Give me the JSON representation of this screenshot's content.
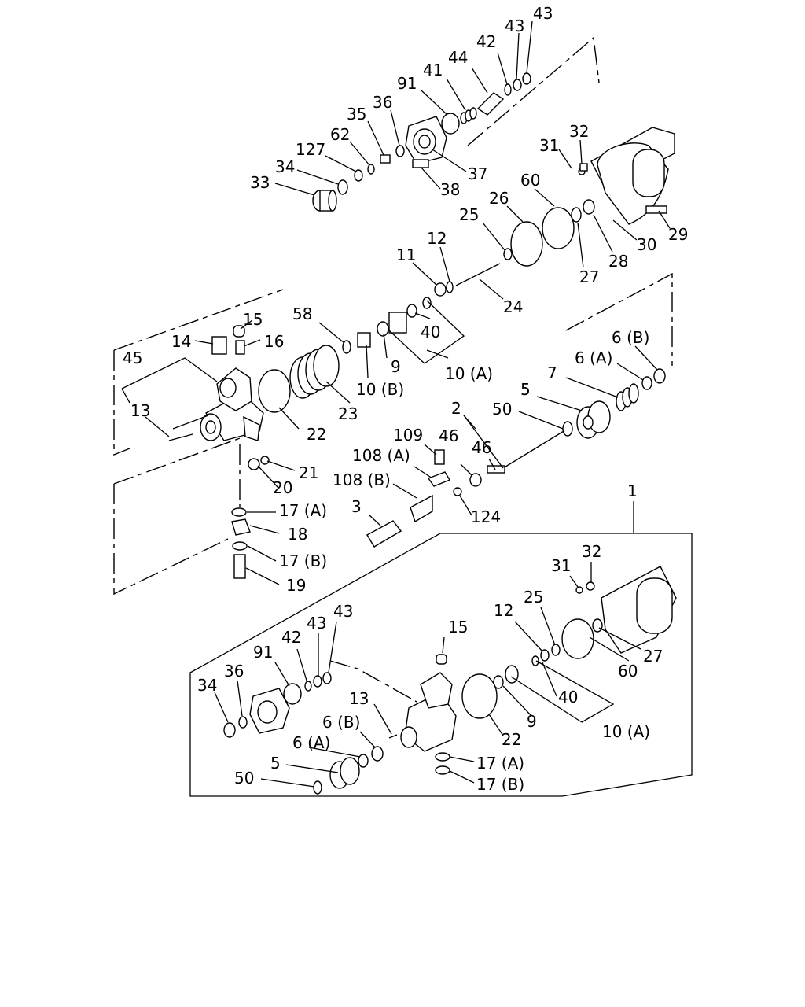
{
  "labels": {
    "l43a": "43",
    "l42a": "42",
    "l43b": "43",
    "l44": "44",
    "l41": "41",
    "l91a": "91",
    "l36a": "36",
    "l35": "35",
    "l62": "62",
    "l127": "127",
    "l34a": "34",
    "l33": "33",
    "l37": "37",
    "l38": "38",
    "l32a": "32",
    "l31a": "31",
    "l60a": "60",
    "l26": "26",
    "l25a": "25",
    "l29": "29",
    "l30": "30",
    "l28": "28",
    "l27a": "27",
    "l12a": "12",
    "l11": "11",
    "l24": "24",
    "l15a": "15",
    "l58": "58",
    "l40a": "40",
    "l14": "14",
    "l16": "16",
    "l45": "45",
    "l9a": "9",
    "l10a_a": "10 (A)",
    "l10b": "10 (B)",
    "l6b_a": "6 (B)",
    "l6a_a": "6 (A)",
    "l7": "7",
    "l13a": "13",
    "l22a": "22",
    "l23": "23",
    "l5a": "5",
    "l50a": "50",
    "l2": "2",
    "l109": "109",
    "l46a": "46",
    "l46b": "46",
    "l108a": "108 (A)",
    "l108b": "108 (B)",
    "l21": "21",
    "l20": "20",
    "l124": "124",
    "l3": "3",
    "l17a_a": "17 (A)",
    "l18": "18",
    "l17b_a": "17 (B)",
    "l19": "19",
    "l1": "1",
    "l31b": "31",
    "l32b": "32",
    "l25b": "25",
    "l12b": "12",
    "l15b": "15",
    "l43c": "43",
    "l43d": "43",
    "l42b": "42",
    "l91b": "91",
    "l36b": "36",
    "l34b": "34",
    "l60b": "60",
    "l27b": "27",
    "l40b": "40",
    "l13b": "13",
    "l9b": "9",
    "l6b_b": "6 (B)",
    "l22b": "22",
    "l10a_b": "10 (A)",
    "l6a_b": "6 (A)",
    "l5b": "5",
    "l17a_b": "17 (A)",
    "l50b": "50",
    "l17b_b": "17 (B)"
  }
}
